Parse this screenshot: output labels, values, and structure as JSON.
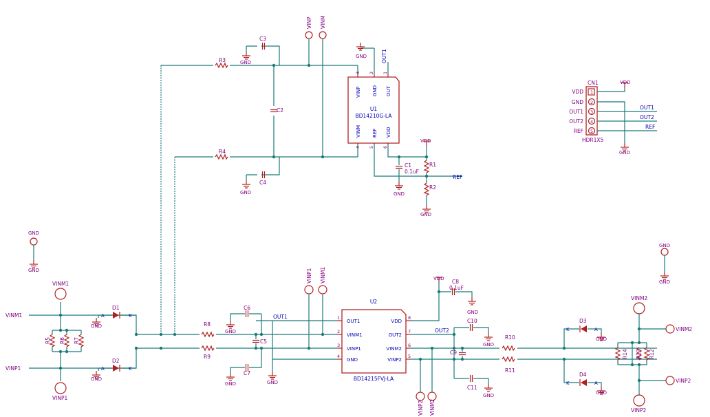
{
  "u1": {
    "ref": "U1",
    "value": "BD14210G-LA",
    "pins": [
      "VINP",
      "GND",
      "OUT",
      "VINM",
      "REF",
      "VDD"
    ],
    "nums": [
      "3",
      "2",
      "1",
      "4",
      "5",
      "6"
    ]
  },
  "u2": {
    "ref": "U2",
    "value": "BD14215FVJ-LA",
    "left_pins": [
      "OUT1",
      "VINM1",
      "VINP1",
      "GND"
    ],
    "left_nums": [
      "1",
      "2",
      "3",
      "4"
    ],
    "right_pins": [
      "VDD",
      "OUT2",
      "VINM2",
      "VINP2"
    ],
    "right_nums": [
      "8",
      "7",
      "6",
      "5"
    ]
  },
  "cn1": {
    "ref": "CN1",
    "value": "HDR1X5",
    "labels": [
      "VDD",
      "GND",
      "OUT1",
      "OUT2",
      "REF"
    ],
    "nums": [
      "1",
      "2",
      "3",
      "4",
      "5"
    ]
  },
  "nets": {
    "gnd": "GND",
    "vdd": "VDD",
    "vinp": "VINP",
    "vinm": "VINM",
    "out1": "OUT1",
    "out2": "OUT2",
    "ref": "REF",
    "vinm1": "VINM1",
    "vinp1": "VINP1",
    "vinm2": "VINM2",
    "vinp2": "VINP2"
  },
  "parts": {
    "r1": "R1",
    "r2": "R2",
    "r3": "R3",
    "r4": "R4",
    "r5": "R5",
    "r6": "R6",
    "r7": "R7",
    "r8": "R8",
    "r9": "R9",
    "r10": "R10",
    "r11": "R11",
    "r12": "R12",
    "r13": "R13",
    "r14": "R14",
    "c1": "C1",
    "c1v": "0.1uF",
    "c2": "C2",
    "c3": "C3",
    "c4": "C4",
    "c5": "C5",
    "c6": "C6",
    "c7": "C7",
    "c8": "C8",
    "c8v": "0.1uF",
    "c9": "C9",
    "c10": "C10",
    "c11": "C11",
    "d1": "D1",
    "d2": "D2",
    "d3": "D3",
    "d4": "D4",
    "a": "A",
    "k": "K"
  }
}
